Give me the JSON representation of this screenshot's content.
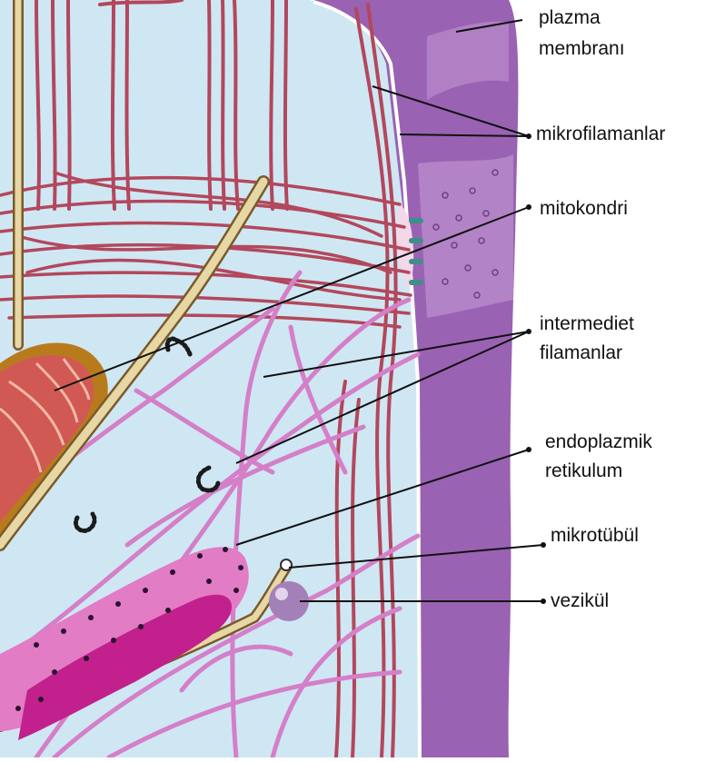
{
  "labels": {
    "plazma_membrani": {
      "line1": "plazma",
      "line2": "membranı"
    },
    "mikrofilamanlar": "mikrofilamanlar",
    "mitokondri": "mitokondri",
    "intermediet_filamanlar": {
      "line1": "intermediet",
      "line2": "filamanlar"
    },
    "endoplazmik_retikulum": {
      "line1": "endoplazmik",
      "line2": "retikulum"
    },
    "mikrotubul": "mikrotübül",
    "vezikul": "vezikül"
  },
  "colors": {
    "cytoplasm": "#cfe7f3",
    "membrane": "#9a62b3",
    "membrane_light": "#b98ccc",
    "microfilament": "#b3475c",
    "intermediate_filament": "#d47fc8",
    "microtubule": "#e7d7a4",
    "mitochondrion": "#c85a52",
    "er": "#d94aa9",
    "vesicle": "#a480b8",
    "leader_line": "#111111"
  }
}
